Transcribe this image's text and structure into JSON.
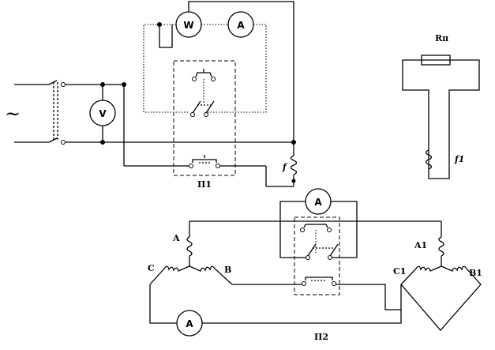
{
  "source_symbol": "~",
  "meters": {
    "wattmeter": "W",
    "ammeter_top": "A",
    "voltmeter": "V",
    "ammeter_mid": "A",
    "ammeter_bottom": "A"
  },
  "labels": {
    "coil_f": "f",
    "switch_p1": "П1",
    "switch_p2": "П2",
    "rotor_res": "Rп",
    "rotor_f1": "f1",
    "stator_a": "A",
    "stator_b": "B",
    "stator_c": "C",
    "stator_a1": "A1",
    "stator_b1": "B1",
    "stator_c1": "C1"
  }
}
